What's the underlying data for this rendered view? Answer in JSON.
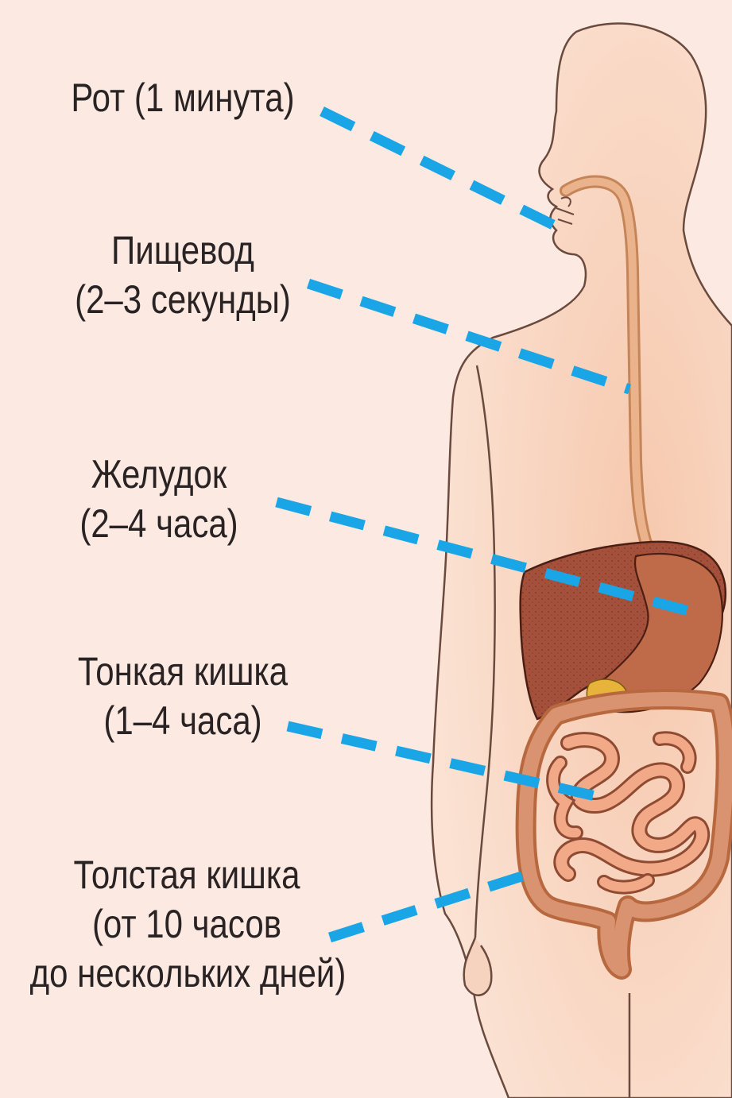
{
  "labels": {
    "mouth": {
      "name": "Рот (1 минута)"
    },
    "esophagus": {
      "name": "Пищевод",
      "time": "(2–3 секунды)"
    },
    "stomach": {
      "name": "Желудок",
      "time": "(2–4 часа)"
    },
    "small_intestine": {
      "name": "Тонкая кишка",
      "time": "(1–4 часа)"
    },
    "large_intestine": {
      "name": "Толстая кишка",
      "time": "(от 10 часов",
      "time2": "до нескольких дней)"
    }
  },
  "colors": {
    "background": "#fbe9e2",
    "skin": "#f7cfb6",
    "skin_outline": "#6b4a3e",
    "esophagus": "#e4a477",
    "liver": "#a5503a",
    "stomach": "#bf6b4a",
    "small_intestine": "#f2a988",
    "large_intestine": "#d68a66",
    "pancreas": "#e8b33a",
    "leader_line": "#1aa6e6"
  }
}
